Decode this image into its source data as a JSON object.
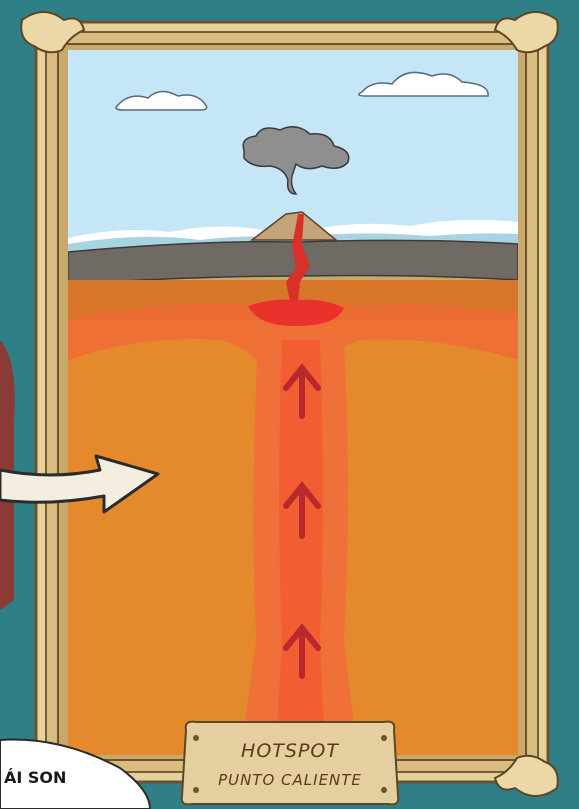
{
  "plaque": {
    "title": "HOTSPOT",
    "subtitle": "PUNTO CALIENTE"
  },
  "speech_bubble": {
    "text": "ÁI SON"
  },
  "colors": {
    "background": "#2f7f87",
    "frame": "#e8d3a2",
    "sky": "#bfe3f4",
    "mantle": "#e58a2c",
    "plume": "#f0703a",
    "arrow": "#b8282c"
  }
}
